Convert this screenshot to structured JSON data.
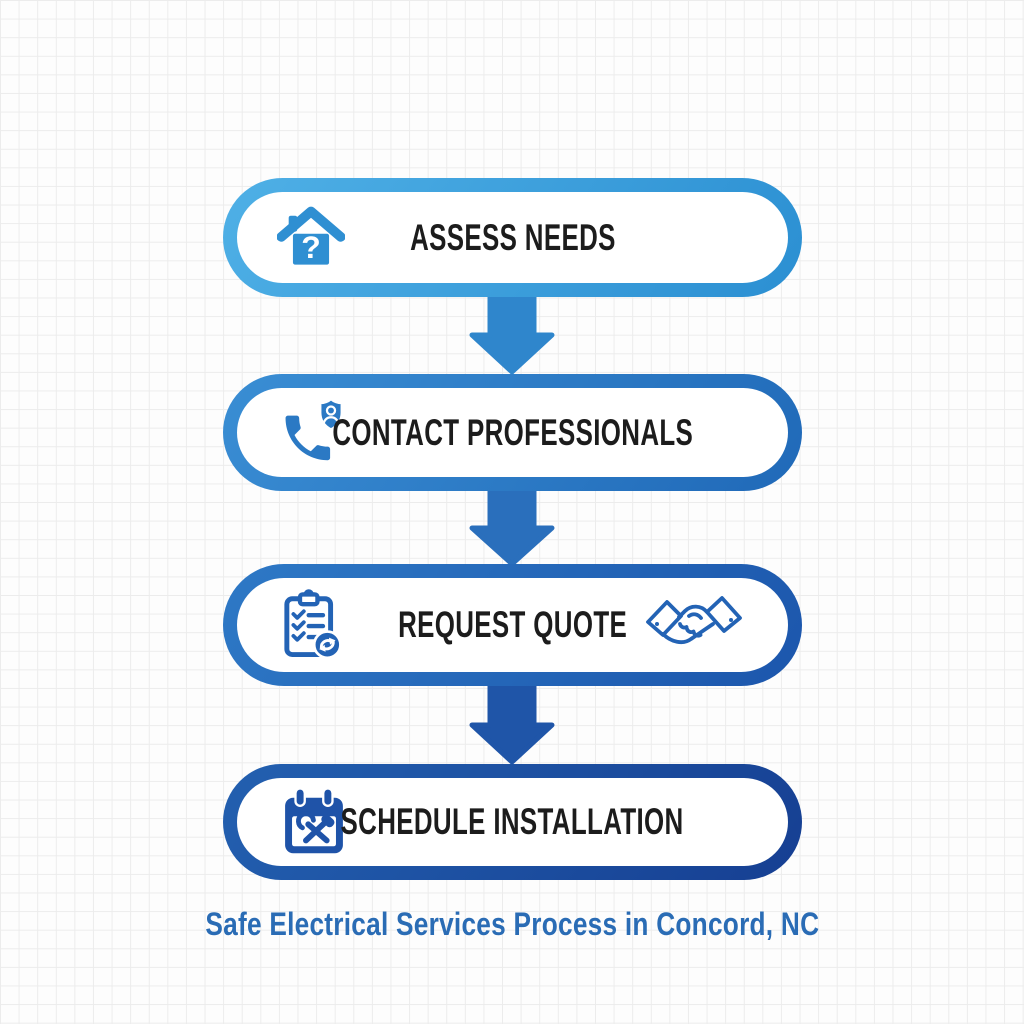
{
  "caption": {
    "text": "Safe Electrical Services Process in Concord, NC"
  },
  "steps": [
    {
      "label": "ASSESS NEEDS",
      "icon": "house-question-icon"
    },
    {
      "label": "CONTACT PROFESSIONALS",
      "icon": "phone-shield-user-icon"
    },
    {
      "label": "REQUEST QUOTE",
      "icon_left": "clipboard-checklist-sync-icon",
      "icon_right": "handshake-icon"
    },
    {
      "label": "SCHEDULE INSTALLATION",
      "icon": "calendar-tools-icon"
    }
  ],
  "arrows": [
    {
      "name": "down-arrow-1",
      "color": "#2f86cc"
    },
    {
      "name": "down-arrow-2",
      "color": "#2a6fbc"
    },
    {
      "name": "down-arrow-3",
      "color": "#1f55a8"
    }
  ],
  "colors": {
    "page": "#fdfdfd",
    "grid": "#ececec",
    "text": "#1c1c1c",
    "caption": "#2a6cb5",
    "s1a": "#4fb0e6",
    "s1b": "#2b8fd2",
    "icon1": "#2f8fd2",
    "arrow1": "#2f86cc",
    "s2a": "#3a8ed4",
    "s2b": "#2069b8",
    "icon2": "#2b79c4",
    "arrow2": "#2a6fbc",
    "s3a": "#2e79c6",
    "s3b": "#1c56ac",
    "icon3": "#2363b5",
    "arrow3": "#1f55a8",
    "s4a": "#2360b0",
    "s4b": "#163f92",
    "icon4": "#1f53a8"
  }
}
